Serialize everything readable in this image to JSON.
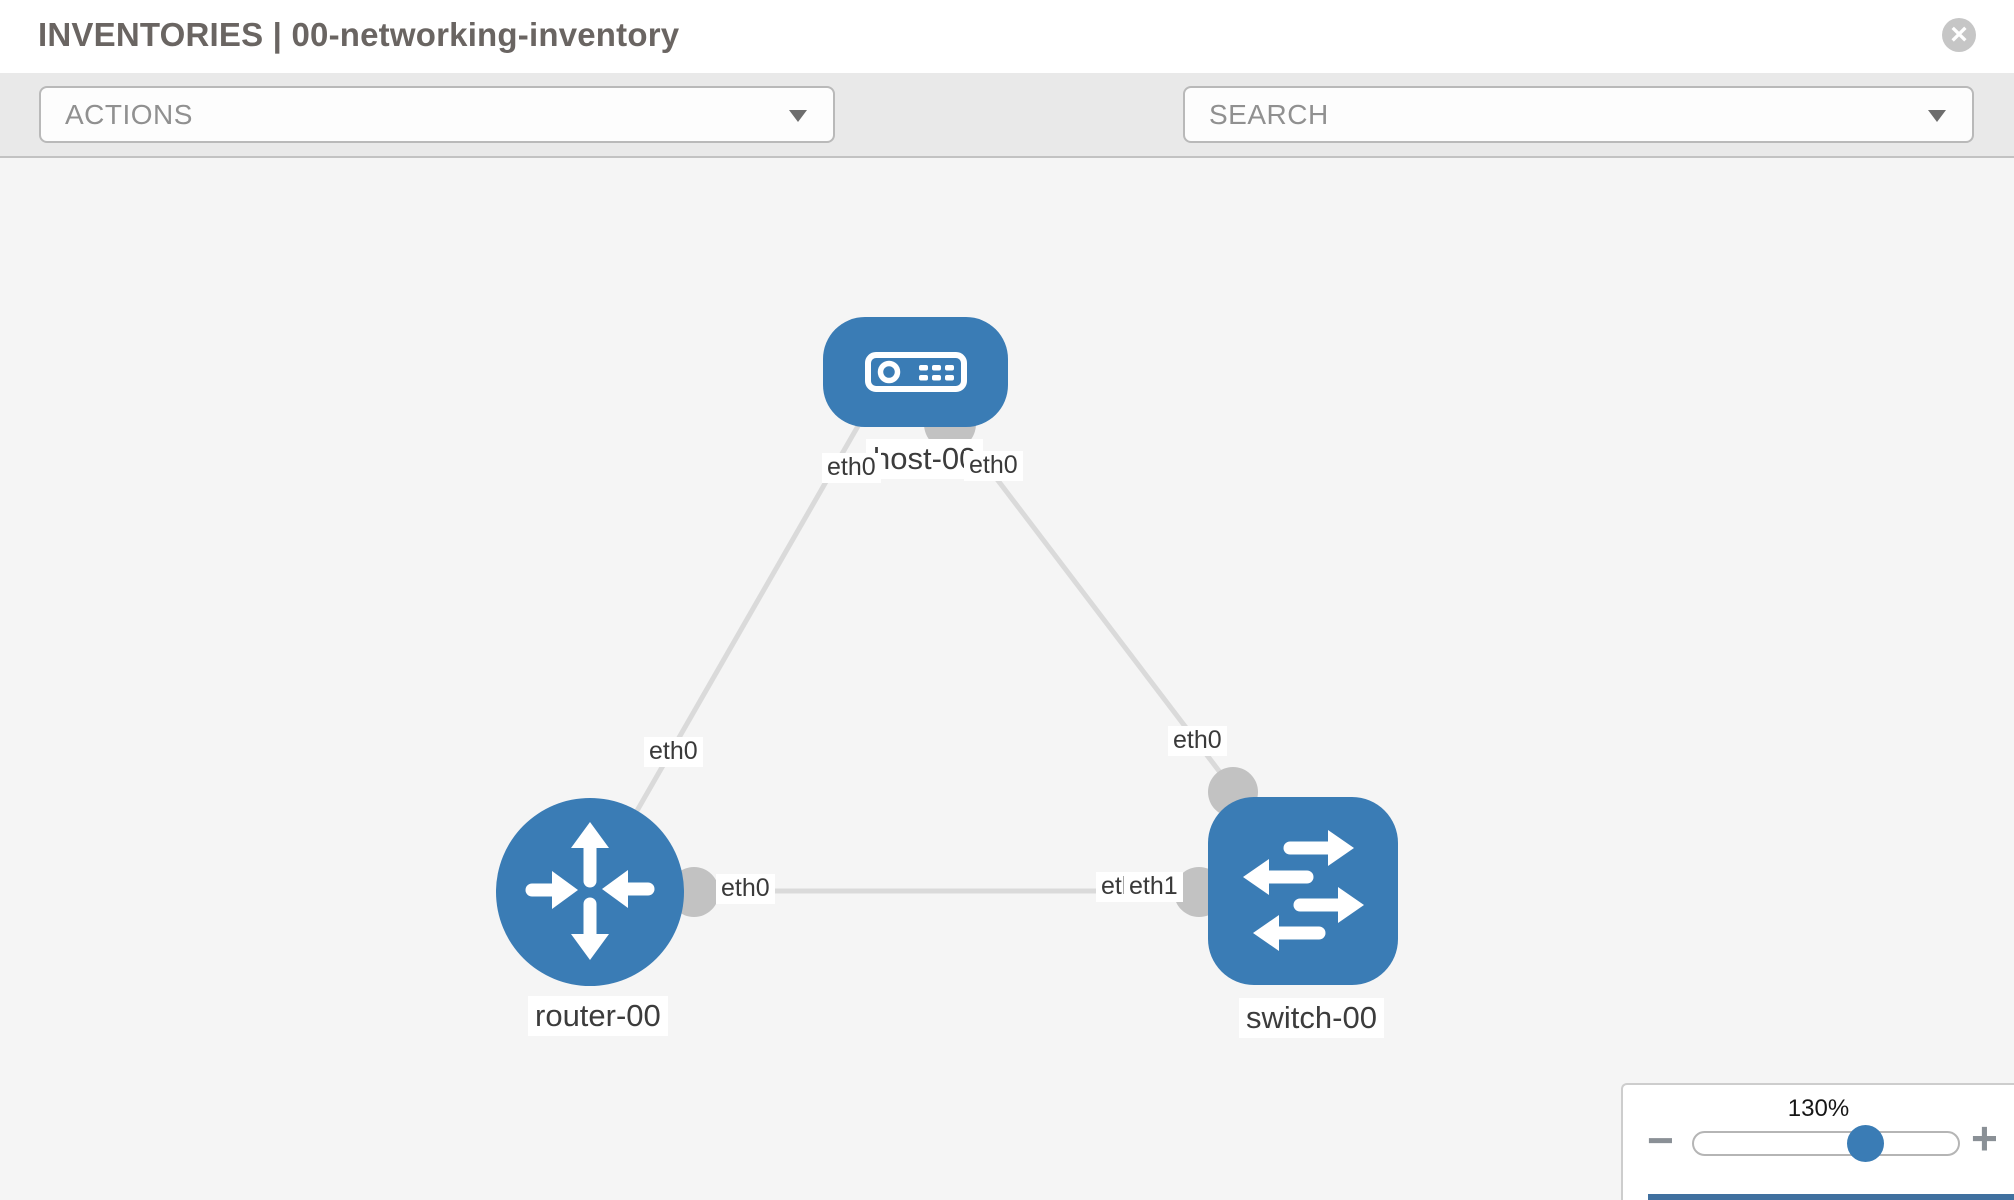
{
  "header": {
    "title": "INVENTORIES | 00-networking-inventory",
    "close_glyph": "×"
  },
  "toolbar": {
    "actions_label": "ACTIONS",
    "search_placeholder": "SEARCH",
    "icons": [
      "wrench-icon",
      "key-icon"
    ]
  },
  "diagram": {
    "nodes": [
      {
        "id": "host-00",
        "type": "host",
        "label": "host-00"
      },
      {
        "id": "router-00",
        "type": "router",
        "label": "router-00"
      },
      {
        "id": "switch-00",
        "type": "switch",
        "label": "switch-00"
      }
    ],
    "links": [
      {
        "from": "host-00",
        "to": "router-00"
      },
      {
        "from": "host-00",
        "to": "switch-00"
      },
      {
        "from": "router-00",
        "to": "switch-00"
      }
    ],
    "interface_labels": [
      {
        "link": "host-router",
        "end": "host",
        "text": "eth0"
      },
      {
        "link": "host-switch",
        "end": "host",
        "text": "eth0"
      },
      {
        "link": "host-router",
        "end": "router",
        "text": "eth0"
      },
      {
        "link": "host-switch",
        "end": "switch",
        "text": "eth0"
      },
      {
        "link": "router-switch",
        "end": "router",
        "text": "eth0"
      },
      {
        "link": "router-switch",
        "end": "switch-under-partial",
        "text": "etl"
      },
      {
        "link": "router-switch",
        "end": "switch",
        "text": "eth1"
      }
    ]
  },
  "zoom_control": {
    "level": "130%",
    "minus_label": "−",
    "plus_label": "+"
  },
  "colors": {
    "node_blue": "#3a7cb5",
    "link_gray": "#dadada",
    "connector_gray": "#c2c2c2",
    "toolbar_gray": "#e9e9e9"
  }
}
